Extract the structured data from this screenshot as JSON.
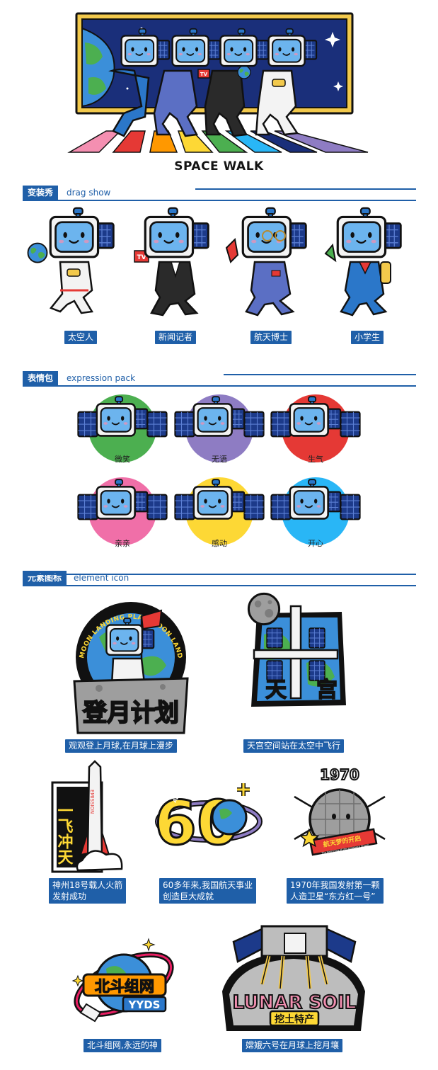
{
  "hero": {
    "title": "SPACE WALK",
    "tv_badge": "TV"
  },
  "sections": {
    "drag_show": {
      "tag": "变装秀",
      "en": "drag show"
    },
    "expression_pack": {
      "tag": "表情包",
      "en": "expression pack"
    },
    "element_icon": {
      "tag": "元素图标",
      "en": "element icon"
    }
  },
  "costumes": [
    {
      "label": "太空人"
    },
    {
      "label": "新闻记者"
    },
    {
      "label": "航天博士"
    },
    {
      "label": "小学生"
    }
  ],
  "expressions": [
    {
      "label": "微笑",
      "color": "#4caf50"
    },
    {
      "label": "无语",
      "color": "#8e7cc3"
    },
    {
      "label": "生气",
      "color": "#e53935"
    },
    {
      "label": "亲亲",
      "color": "#f06fa8"
    },
    {
      "label": "感动",
      "color": "#fdd835"
    },
    {
      "label": "开心",
      "color": "#29b6f6"
    }
  ],
  "icons": {
    "moon_plan": {
      "arc_text": "MOON LANDING PLAN MOON LANDING PLAN",
      "title": "登月计划",
      "caption": "观观登上月球,在月球上漫步"
    },
    "tiangong": {
      "char1": "天",
      "char2": "宫",
      "caption": "天宫空间站在太空中飞行"
    },
    "shenzhou": {
      "vertical": "一飞冲天",
      "rocket_text": "EMISSION",
      "caption_l1": "神州18号载人火箭",
      "caption_l2": "发射成功"
    },
    "aerospace60": {
      "big": "60",
      "arc": "AEROSPACE",
      "caption_l1": "60多年来,我国航天事业",
      "caption_l2": "创造巨大成就"
    },
    "satellite1970": {
      "year": "1970",
      "ribbon": "航天梦的开启",
      "ribbon_en": "The beginning of the aerospace dream",
      "caption_l1": "1970年我国发射第一颗",
      "caption_l2": "人造卫星“东方红一号”"
    },
    "beidou": {
      "title": "北斗组网",
      "sub": "YYDS",
      "caption": "北斗组网,永远的神"
    },
    "lunar_soil": {
      "title": "LUNAR SOIL",
      "sub": "挖土特产",
      "caption": "嫦娥六号在月球上挖月壤"
    }
  },
  "colors": {
    "brand_blue": "#1f5fa8",
    "navy": "#1a2f7a",
    "gold": "#f2c94c",
    "screen_blue": "#6cb4ee"
  }
}
